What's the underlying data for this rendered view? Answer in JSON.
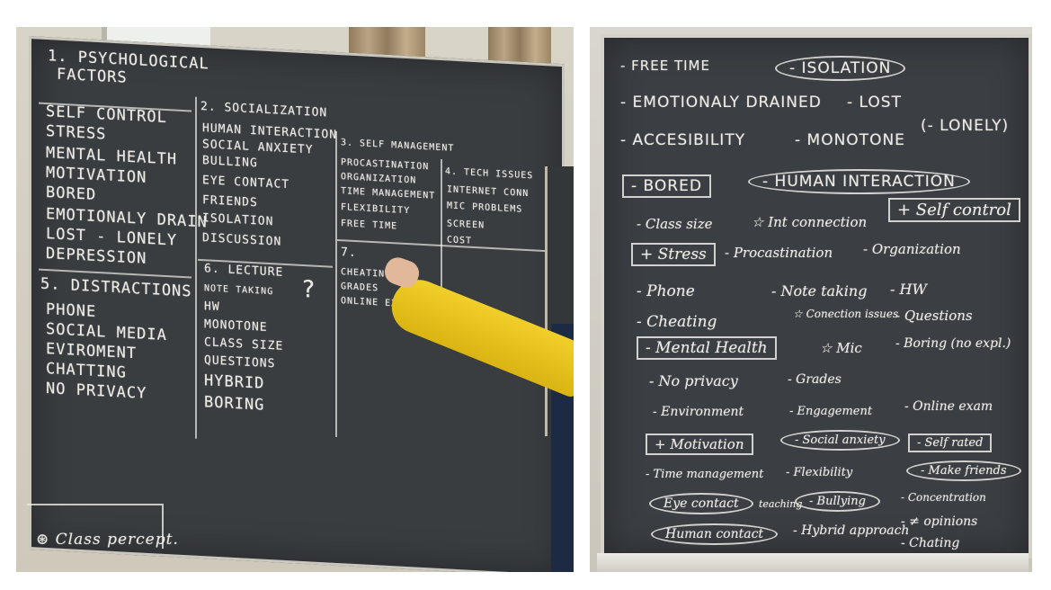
{
  "left_board": {
    "headers": {
      "psych": [
        "1. PSYCHOLOGICAL",
        "FACTORS"
      ],
      "social": "2. SOCIALIZATION",
      "self_mgmt": "3. SELF MANAGEMENT",
      "tech": "4. TECH ISSUES",
      "distractions": "5. DISTRACTIONS",
      "lecture": "6. LECTURE",
      "seven": "7."
    },
    "psych_items": [
      "SELF CONTROL",
      "STRESS",
      "MENTAL HEALTH",
      "MOTIVATION",
      "BORED",
      "EMOTIONALY DRAIN",
      "LOST - LONELY",
      "DEPRESSION"
    ],
    "social_items": [
      "HUMAN INTERACTION",
      "SOCIAL ANXIETY",
      "BULLING",
      "EYE CONTACT",
      "FRIENDS",
      "ISOLATION",
      "DISCUSSION"
    ],
    "self_items": [
      "PROCASTINATION",
      "ORGANIZATION",
      "TIME MANAGEMENT",
      "FLEXIBILITY",
      "FREE TIME"
    ],
    "tech_items": [
      "INTERNET CONN",
      "MIC PROBLEMS",
      "SCREEN",
      "COST"
    ],
    "distraction_items": [
      "PHONE",
      "SOCIAL MEDIA",
      "EVIROMENT",
      "CHATTING",
      "NO PRIVACY"
    ],
    "lecture_items": [
      "NOTE TAKING",
      "HW",
      "MONOTONE",
      "CLASS SIZE",
      "QUESTIONS",
      "HYBRID",
      "BORING"
    ],
    "seven_items": [
      "CHEATING",
      "GRADES",
      "ONLINE EXAMS"
    ],
    "question_mark": "?",
    "corner_note": "⊛ Class percept."
  },
  "right_board": {
    "lines": [
      {
        "text": "- FREE TIME",
        "style": "caps"
      },
      {
        "text": "- ISOLATION",
        "style": "caps oval"
      },
      {
        "text": "- EMOTIONALY DRAINED",
        "style": "caps"
      },
      {
        "text": "- LOST",
        "style": "caps"
      },
      {
        "text": "(- LONELY)",
        "style": "caps"
      },
      {
        "text": "- ACCESIBILITY",
        "style": "caps"
      },
      {
        "text": "- MONOTONE",
        "style": "caps"
      },
      {
        "text": "- BORED",
        "style": "caps box"
      },
      {
        "text": "- HUMAN INTERACTION",
        "style": "caps oval"
      },
      {
        "text": "- Class size",
        "style": ""
      },
      {
        "text": "☆ Int connection",
        "style": ""
      },
      {
        "text": "+ Self control",
        "style": "box"
      },
      {
        "text": "+ Stress",
        "style": "box"
      },
      {
        "text": "- Procastination",
        "style": ""
      },
      {
        "text": "- Organization",
        "style": ""
      },
      {
        "text": "- Phone",
        "style": ""
      },
      {
        "text": "- Note taking",
        "style": ""
      },
      {
        "text": "- HW",
        "style": ""
      },
      {
        "text": "- Cheating",
        "style": ""
      },
      {
        "text": "☆ Conection issues",
        "style": ""
      },
      {
        "text": "- Questions",
        "style": ""
      },
      {
        "text": "- Mental Health",
        "style": "box"
      },
      {
        "text": "☆ Mic",
        "style": ""
      },
      {
        "text": "- Boring (no expl.)",
        "style": ""
      },
      {
        "text": "- No privacy",
        "style": ""
      },
      {
        "text": "- Grades",
        "style": ""
      },
      {
        "text": "- Environment",
        "style": ""
      },
      {
        "text": "- Engagement",
        "style": ""
      },
      {
        "text": "- Online exam",
        "style": ""
      },
      {
        "text": "+ Motivation",
        "style": "box"
      },
      {
        "text": "- Social anxiety",
        "style": "oval"
      },
      {
        "text": "- Self rated",
        "style": "box"
      },
      {
        "text": "- Time management",
        "style": ""
      },
      {
        "text": "- Flexibility",
        "style": ""
      },
      {
        "text": "- Make friends",
        "style": "oval"
      },
      {
        "text": "Eye contact",
        "style": "oval"
      },
      {
        "text": "teaching",
        "style": ""
      },
      {
        "text": "- Bullying",
        "style": "oval"
      },
      {
        "text": "- Concentration",
        "style": ""
      },
      {
        "text": "Human contact",
        "style": "oval"
      },
      {
        "text": "- Hybrid approach",
        "style": ""
      },
      {
        "text": "- ≠ opinions",
        "style": ""
      },
      {
        "text": "- Chating",
        "style": ""
      }
    ]
  }
}
